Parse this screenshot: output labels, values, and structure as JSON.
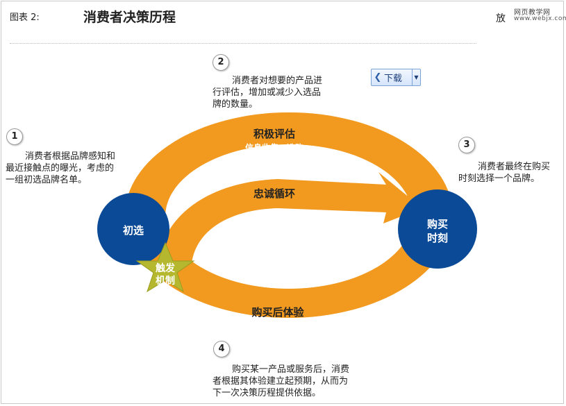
{
  "header": {
    "figure_label": "图表 2:",
    "title": "消费者决策历程",
    "corner_text": "放",
    "watermark_line1": "网页教学网",
    "watermark_line2": "www.webjx.com"
  },
  "toolbar": {
    "download_label": "下载"
  },
  "steps": [
    {
      "number": "1",
      "lines": [
        "消费者根据品牌感知和",
        "最近接触点的曝光，考虑的",
        "一组初选品牌名单。"
      ]
    },
    {
      "number": "2",
      "lines": [
        "消费者对想要的产品进",
        "行评估，增加或减少入选品",
        "牌的数量。"
      ]
    },
    {
      "number": "3",
      "lines": [
        "消费者最终在购买",
        "时刻选择一个品牌。"
      ]
    },
    {
      "number": "4",
      "lines": [
        "购买某一产品或服务后，消费",
        "者根据其体验建立起预期，从而为",
        "下一次决策历程提供依据。"
      ]
    }
  ],
  "diagram": {
    "outer_top_title": "积极评估",
    "outer_top_subtitle": "信息收集，选购",
    "inner_loop_title": "忠诚循环",
    "bottom_title": "购买后体验",
    "bottom_subtitle": "持续曝光",
    "left_circle": "初选",
    "right_circle_line1": "购买",
    "right_circle_line2": "时刻",
    "star_line1": "触发",
    "star_line2": "机制",
    "colors": {
      "orange": "#f29a1f",
      "blue": "#0b4a96",
      "star": "#b5b82e"
    }
  }
}
